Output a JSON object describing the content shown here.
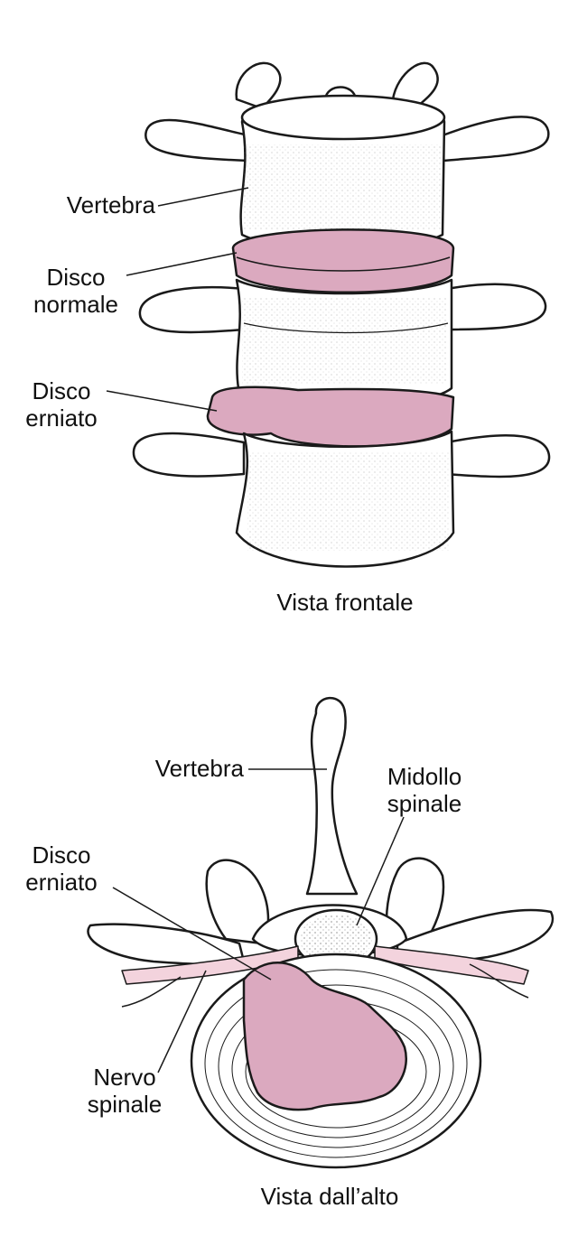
{
  "front_view": {
    "caption": "Vista frontale",
    "labels": {
      "vertebra": "Vertebra",
      "normal_disc_line1": "Disco",
      "normal_disc_line2": "normale",
      "herniated_disc_line1": "Disco",
      "herniated_disc_line2": "erniato"
    }
  },
  "top_view": {
    "caption": "Vista dall’alto",
    "labels": {
      "vertebra": "Vertebra",
      "spinal_cord_line1": "Midollo",
      "spinal_cord_line2": "spinale",
      "herniated_disc_line1": "Disco",
      "herniated_disc_line2": "erniato",
      "spinal_nerve_line1": "Nervo",
      "spinal_nerve_line2": "spinale"
    }
  },
  "colors": {
    "disc_pink": "#dba9bf",
    "nerve_pink": "#f3d3dd",
    "bone": "#ffffff",
    "outline": "#1a1a1a"
  }
}
